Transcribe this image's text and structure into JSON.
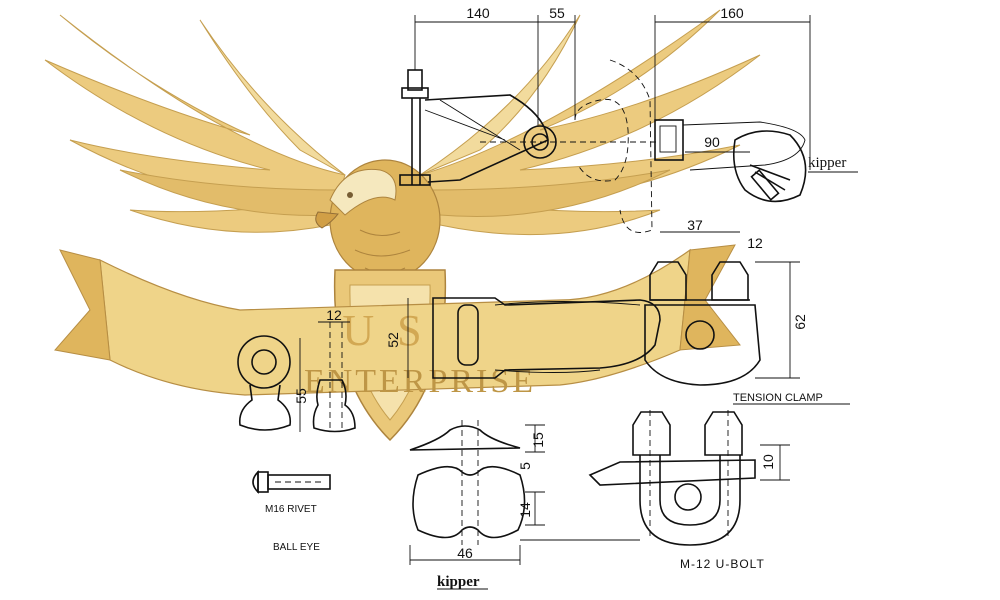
{
  "watermark": {
    "line1": "U S",
    "line2": "ENTERPRISE",
    "colors": {
      "gold": "#d9a63a",
      "gold_light": "#f0d488",
      "gold_dark": "#9c6a14"
    }
  },
  "drawing": {
    "top_assembly": {
      "dims": {
        "d1": "140",
        "d2": "55",
        "d3": "160",
        "d4": "90"
      },
      "label": "kipper"
    },
    "tension_clamp": {
      "title": "TENSION CLAMP",
      "dims": {
        "d1": "37",
        "d2": "12",
        "d3": "52",
        "d4": "62"
      }
    },
    "ball_eye": {
      "title": "BALL EYE",
      "dims": {
        "d1": "12",
        "d2": "55"
      }
    },
    "rivet": {
      "title": "M16 RIVET"
    },
    "kipper_bottom": {
      "title": "kipper",
      "dims": {
        "d1": "15",
        "d2": "5",
        "d3": "14",
        "d4": "46"
      }
    },
    "u_bolt": {
      "title": "M-12 U-BOLT",
      "dims": {
        "d1": "10"
      }
    }
  }
}
